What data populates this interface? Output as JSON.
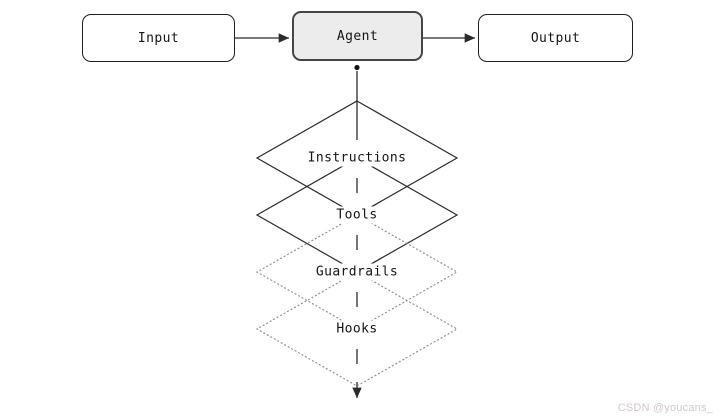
{
  "nodes": {
    "input": {
      "label": "Input"
    },
    "agent": {
      "label": "Agent"
    },
    "output": {
      "label": "Output"
    }
  },
  "layers": [
    {
      "label": "Instructions",
      "border_style": "solid"
    },
    {
      "label": "Tools",
      "border_style": "solid"
    },
    {
      "label": "Guardrails",
      "border_style": "dotted"
    },
    {
      "label": "Hooks",
      "border_style": "dotted"
    }
  ],
  "connections": [
    {
      "from": "Input",
      "to": "Agent",
      "style": "solid-arrow"
    },
    {
      "from": "Agent",
      "to": "Output",
      "style": "solid-arrow"
    },
    {
      "from": "Agent",
      "to": "layer-stack-bottom",
      "style": "dashed-arrow-down"
    }
  ],
  "colors": {
    "agent_fill": "#ececec",
    "line": "#2b2b2b",
    "dotted_line": "#8a8a8a",
    "watermark": "#d2c7c7",
    "background": "#ffffff"
  },
  "watermark": {
    "text": "CSDN @youcans_"
  }
}
